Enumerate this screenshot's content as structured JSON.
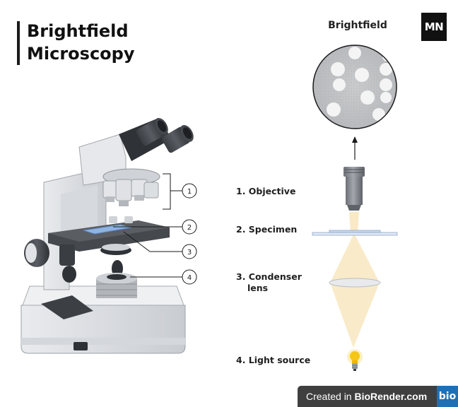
{
  "title": {
    "line1": "Brightfield",
    "line2": "Microscopy"
  },
  "logo": "MN",
  "view": {
    "title": "Brightfield"
  },
  "markers": [
    "1",
    "2",
    "3",
    "4"
  ],
  "steps": [
    {
      "label": "1. Objective"
    },
    {
      "label": "2. Specimen"
    },
    {
      "label_line1": "3. Condenser",
      "label_line2": "lens"
    },
    {
      "label": "4. Light source"
    }
  ],
  "footer": {
    "prefix": "Created in ",
    "brand": "BioRender.com",
    "badge": "bio"
  },
  "colors": {
    "dark": "#1a1a1a",
    "beam": "#f8e7bf",
    "bulb": "#f5c518",
    "view_field": "#c4c6c8",
    "footer": "#3f3f3f"
  },
  "icons": [
    "microscope-illustration",
    "lightbulb-icon",
    "objective-icon",
    "condenser-lens-icon",
    "specimen-slide-icon",
    "arrow-up-icon"
  ]
}
